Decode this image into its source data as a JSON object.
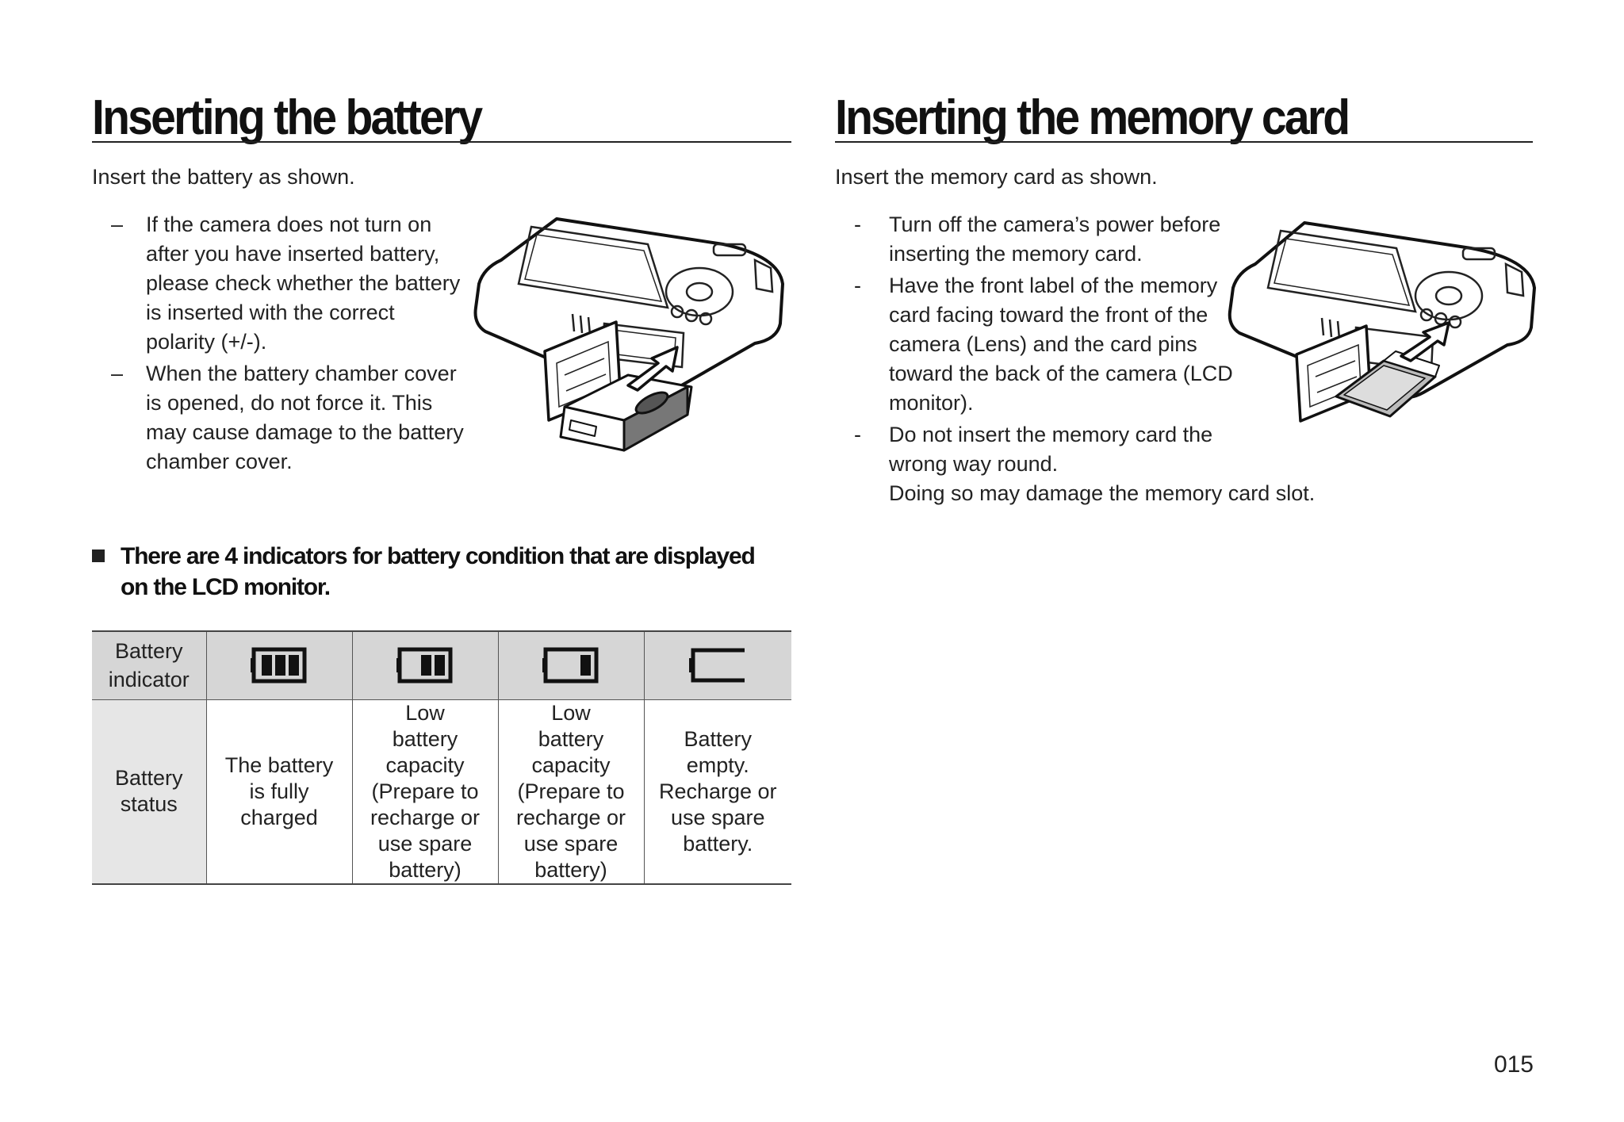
{
  "left": {
    "title": "Inserting the battery",
    "intro": "Insert the battery as shown.",
    "bullets": [
      {
        "marker": "–",
        "text": "If the camera does not turn on after you have inserted battery, please check whether the battery is inserted with the correct polarity (+/-)."
      },
      {
        "marker": "–",
        "text": "When the battery chamber cover is opened, do not force it. This may cause damage to the battery chamber cover."
      }
    ],
    "note": "There are 4 indicators for battery condition that are displayed on the LCD monitor.",
    "table": {
      "row1_header": "Battery indicator",
      "row2_header": "Battery status",
      "statuses": [
        "The battery is fully charged",
        "Low battery capacity (Prepare to recharge or use spare battery)",
        "Low battery capacity (Prepare to recharge or use spare battery)",
        "Battery empty. Recharge or use spare battery."
      ],
      "indicator_icons": [
        "battery-full-icon",
        "battery-two-bars-icon",
        "battery-one-bar-icon",
        "battery-empty-icon"
      ],
      "indicator_levels": [
        3,
        2,
        1,
        0
      ]
    },
    "figure_icon": "camera-battery-insertion-illustration"
  },
  "right": {
    "title": "Inserting the memory card",
    "intro": "Insert the memory card as shown.",
    "bullets": [
      {
        "marker": "-",
        "text": "Turn off the camera’s power before inserting the memory card."
      },
      {
        "marker": "-",
        "text": "Have the front label of the memory card facing toward the front of the camera (Lens) and the card pins toward the back of the camera (LCD monitor)."
      },
      {
        "marker": "-",
        "text": "Do not insert the memory card the wrong way round."
      }
    ],
    "bullet_extra": "Doing so may damage the memory card slot.",
    "figure_icon": "camera-memory-card-insertion-illustration"
  },
  "page_number": "015",
  "colors": {
    "table_header_bg": "#d6d6d6",
    "table_side_bg": "#e6e6e6",
    "rule": "#222222"
  }
}
